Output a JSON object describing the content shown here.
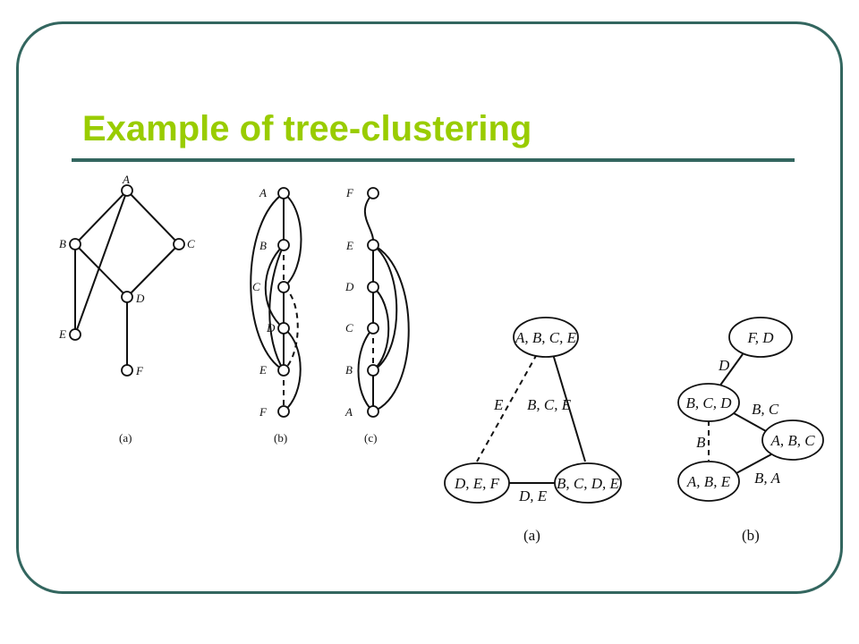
{
  "slide": {
    "title": "Example of tree-clustering",
    "colors": {
      "title": "#99cc00",
      "frame": "#33665f"
    }
  },
  "graphs": {
    "a": {
      "caption": "(a)",
      "nodes": [
        "A",
        "B",
        "C",
        "D",
        "E",
        "F"
      ]
    },
    "b": {
      "caption": "(b)",
      "order": [
        "A",
        "B",
        "C",
        "D",
        "E",
        "F"
      ]
    },
    "c": {
      "caption": "(c)",
      "order": [
        "F",
        "E",
        "D",
        "C",
        "B",
        "A"
      ]
    }
  },
  "join_trees": {
    "a": {
      "caption": "(a)",
      "clusters": [
        "A, B, C, E",
        "D, E, F",
        "B, C, D, E"
      ],
      "separators": [
        "E",
        "B, C, E",
        "D, E"
      ]
    },
    "b": {
      "caption": "(b)",
      "clusters": [
        "F, D",
        "B, C, D",
        "A, B, C",
        "A, B, E"
      ],
      "separators": [
        "D",
        "B, C",
        "B",
        "B, A"
      ]
    }
  }
}
